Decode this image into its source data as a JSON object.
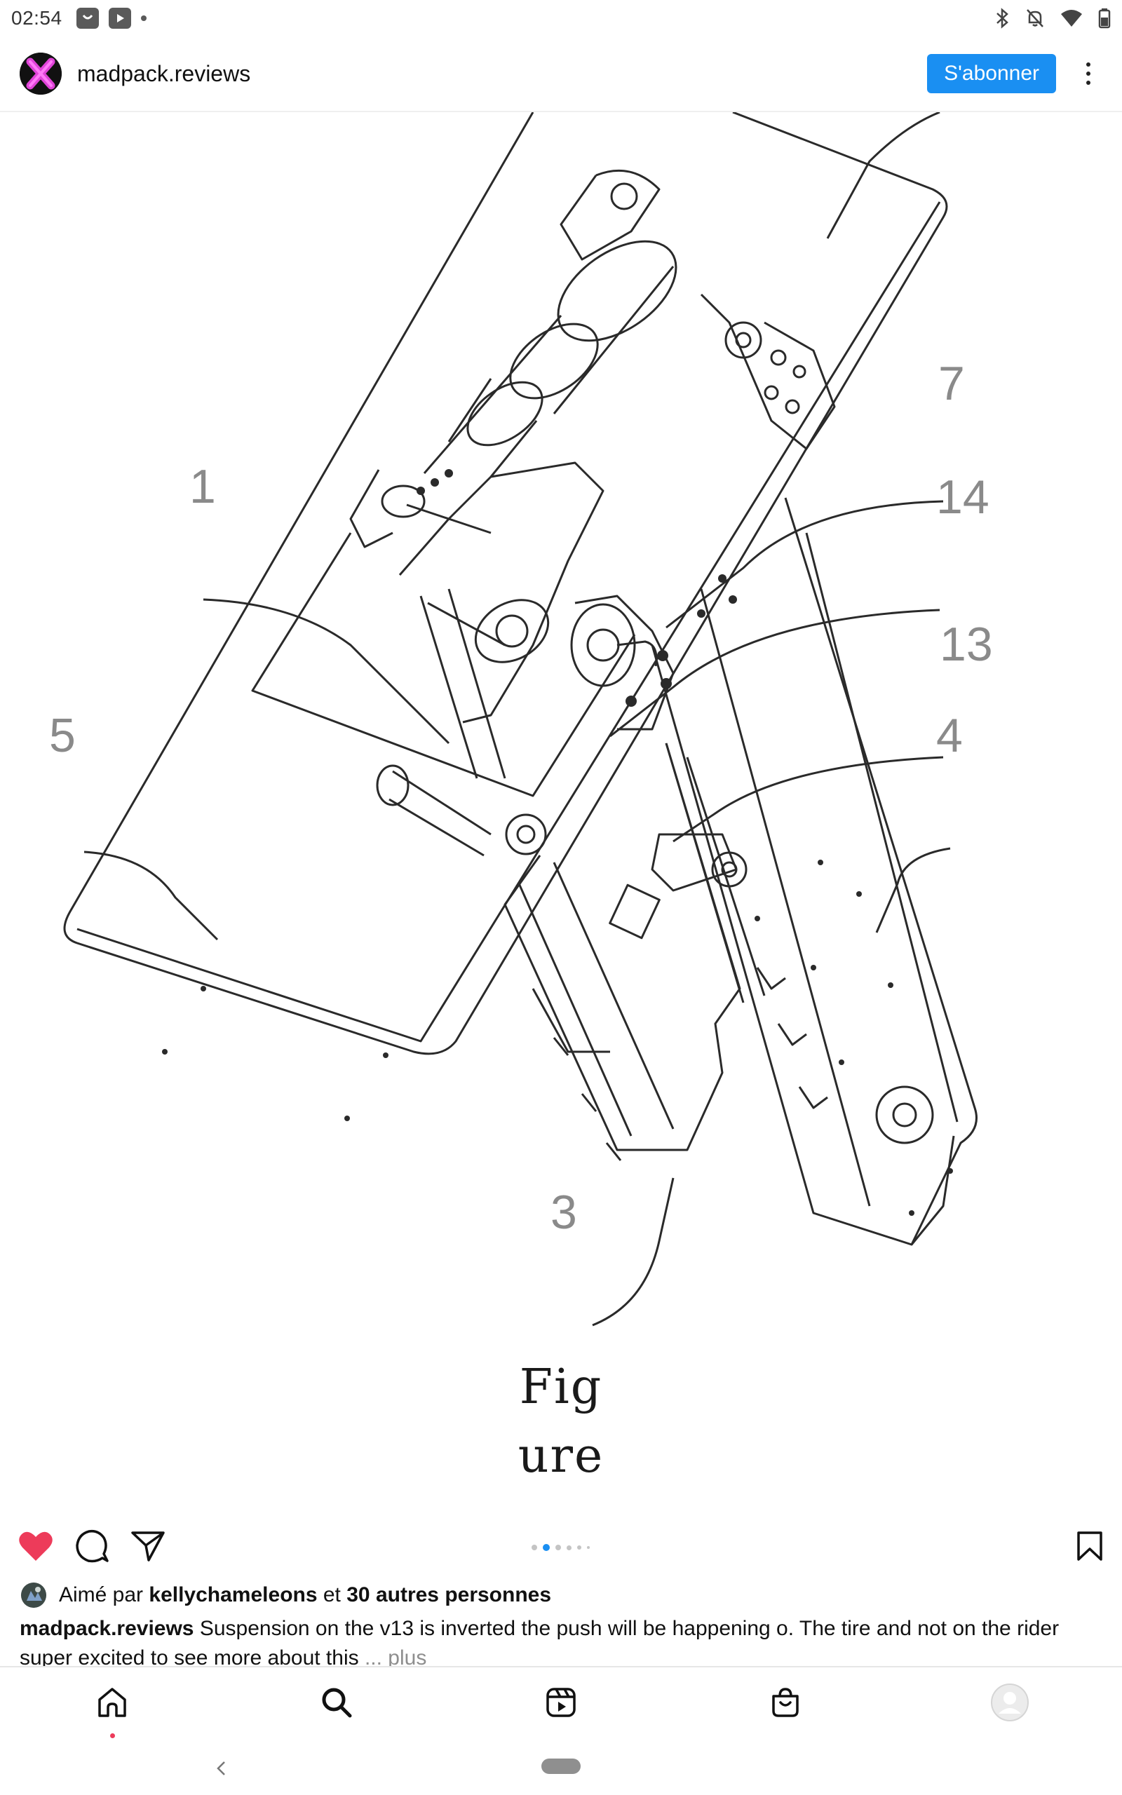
{
  "status_bar": {
    "time": "02:54"
  },
  "header": {
    "username": "madpack.reviews",
    "subscribe_label": "S'abonner",
    "accent_color": "#1a8ff2"
  },
  "post_image": {
    "callouts": [
      "1",
      "5",
      "7",
      "14",
      "13",
      "4",
      "3"
    ],
    "figure_caption_line1": "Fig",
    "figure_caption_line2": "ure",
    "carousel": {
      "total": 6,
      "active": 2
    }
  },
  "actions": {
    "like_icon": "heart-filled-icon",
    "comment_icon": "comment-icon",
    "share_icon": "send-icon",
    "save_icon": "bookmark-icon",
    "like_color": "#ed3b5a"
  },
  "likes": {
    "prefix": "Aimé par ",
    "user": "kellychameleons",
    "middle": " et ",
    "others": "30 autres personnes"
  },
  "caption": {
    "username": "madpack.reviews",
    "text": " Suspension on the v13 is inverted the push will be happening o. The tire and not on the rider super excited to see more about this",
    "more": "... plus"
  },
  "bottom_nav": {
    "items": [
      "home-icon",
      "search-icon",
      "reels-icon",
      "shop-icon",
      "profile-icon"
    ]
  }
}
